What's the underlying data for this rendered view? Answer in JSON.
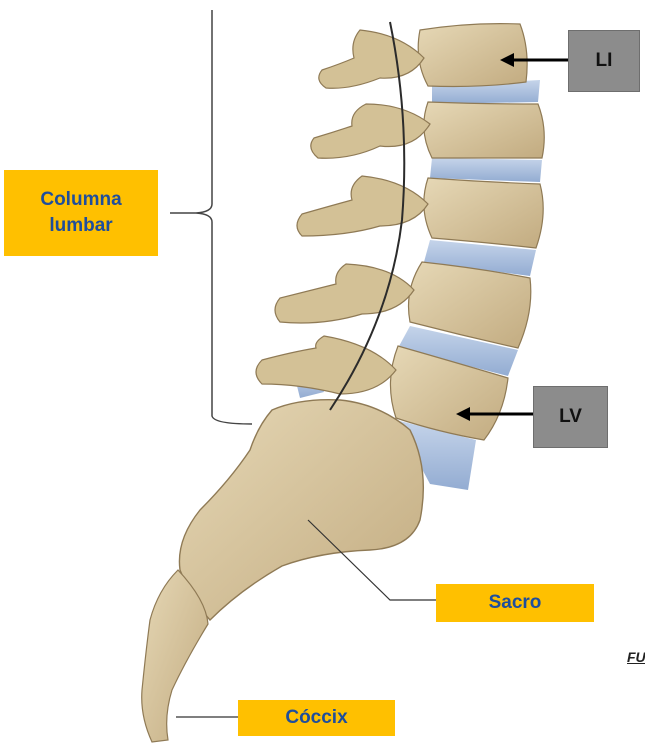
{
  "labels": {
    "columna_lumbar": "Columna lumbar",
    "li": "LI",
    "lv": "LV",
    "sacro": "Sacro",
    "coccix": "Cóccix"
  },
  "figure_note": "FU",
  "colors": {
    "label_fill": "#ffc000",
    "label_text": "#1f4e9c",
    "vertebra_tag_fill": "#8c8c8c",
    "bone": "#d8c7a0",
    "bone_shadow": "#b59f76",
    "disc": "#a9bfdc"
  }
}
